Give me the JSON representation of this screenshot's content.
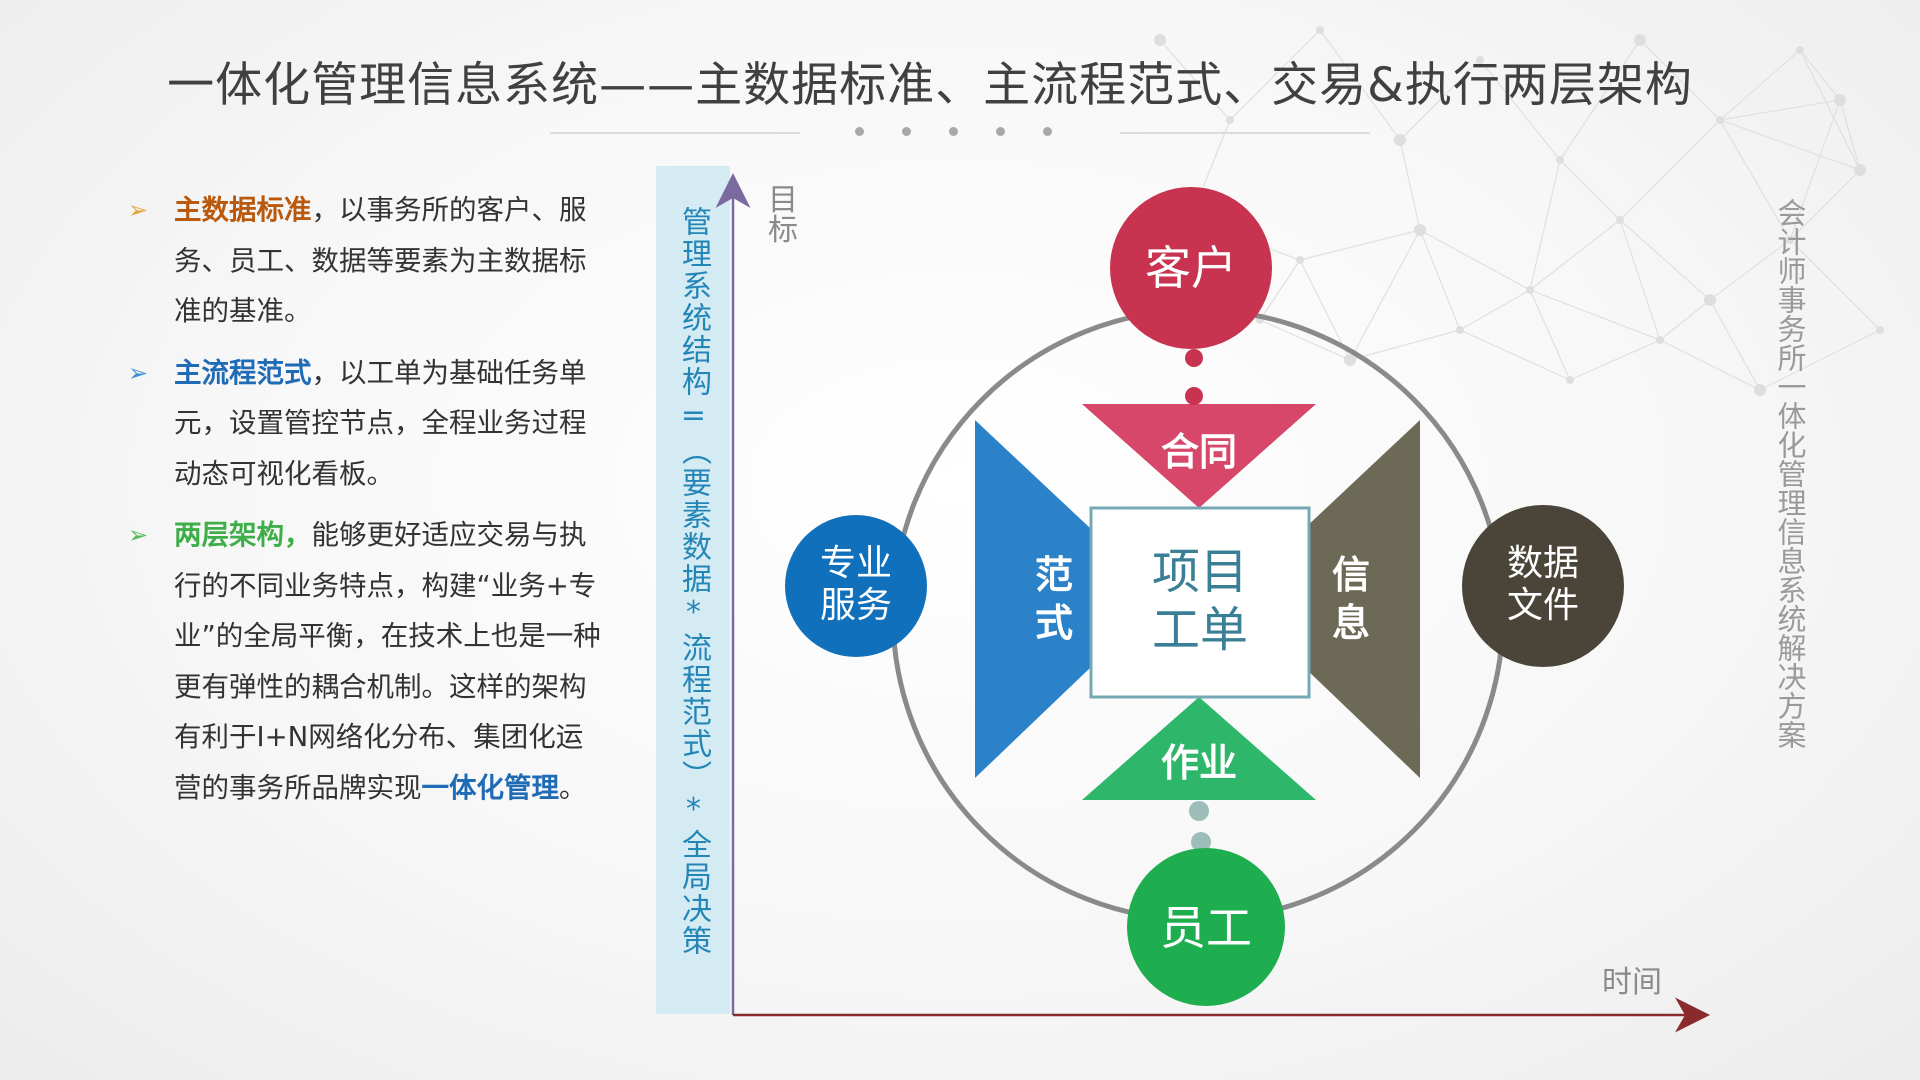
{
  "title": "一体化管理信息系统——主数据标准、主流程范式、交易&执行两层架构",
  "bullets": [
    {
      "highlight": "主数据标准",
      "color": "#b8590d",
      "text": "，以事务所的客户、服务、员工、数据等要素为主数据标准的基准。",
      "tail_bold": "",
      "tail_end": ""
    },
    {
      "highlight": "主流程范式",
      "color": "#1f6bb5",
      "text": "，以工单为基础任务单元，设置管控节点，全程业务过程动态可视化看板。",
      "tail_bold": "",
      "tail_end": ""
    },
    {
      "highlight": "两层架构，",
      "color": "#3fae49",
      "text": "能够更好适应交易与执行的不同业务特点，构建“业务+专业”的全局平衡，在技术上也是一种更有弹性的耦合机制。这样的架构有利于I+N网络化分布、集团化运营的事务所品牌实现",
      "tail_bold": "一体化管理",
      "tail_end": "。"
    }
  ],
  "vertical_bar_text": "管理系统结构=（要素数据*流程范式）*全局决策",
  "right_side_text": "会计师事务所一体化管理信息系统解决方案",
  "axis": {
    "y_label": "目标",
    "x_label": "时间"
  },
  "nodes": {
    "customer": "客户",
    "professional_service": "专业服务",
    "data_files": "数据文件",
    "employee": "员工",
    "contract": "合同",
    "operation": "作业",
    "paradigm": "范式",
    "information": "信息",
    "project_order": "项目工单"
  },
  "colors": {
    "customer": "#c8334f",
    "professional_service": "#1170bb",
    "data_files": "#4a4538",
    "employee": "#1fae4f",
    "contract": "#d6476a",
    "operation": "#2eb76a",
    "paradigm": "#2b82c9",
    "information": "#6c6a56",
    "center_border": "#74a8b5",
    "center_text": "#3a7f96",
    "axis": "#8a2a2a",
    "ring": "#8a8a8a",
    "dot_top": "#c8334f",
    "dot_bottom": "#9dbdb8"
  }
}
